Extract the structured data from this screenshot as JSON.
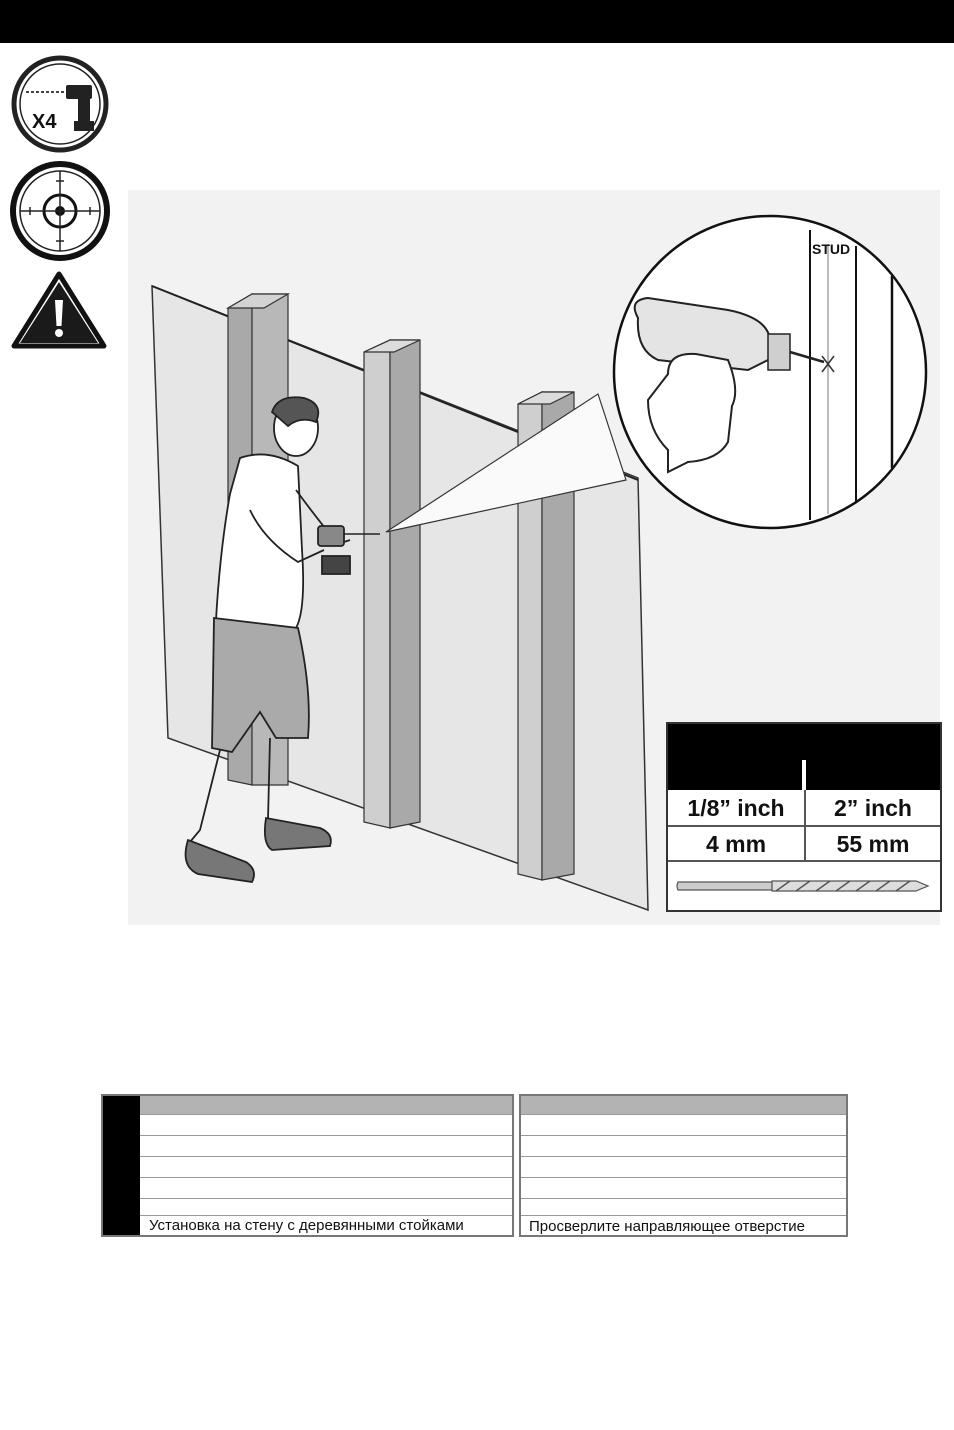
{
  "stud_label": "STUD",
  "tool_badge": "X4",
  "drill_spec": {
    "diameter_in": "1/8” inch",
    "depth_in": "2” inch",
    "diameter_mm": "4 mm",
    "depth_mm": "55 mm"
  },
  "translation": {
    "left_text": "Установка на стену с деревянными стойками",
    "right_text": "Просверлите направляющее отверстие"
  }
}
